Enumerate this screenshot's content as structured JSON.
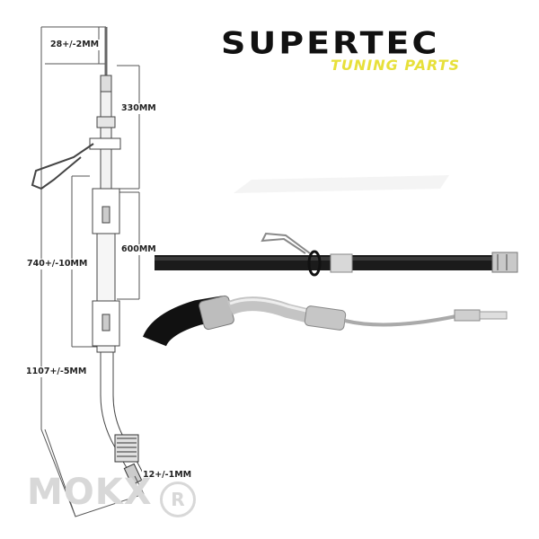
{
  "logo": {
    "name": "SUPERTEC",
    "tagline": "TUNING PARTS",
    "name_color": "#111111",
    "tagline_color": "#e7e03a"
  },
  "dimensions": {
    "top_tip": "28+/-2MM",
    "upper_section": "330MM",
    "middle_section": "600MM",
    "sheath_length": "740+/-10MM",
    "total_length": "1107+/-5MM",
    "bottom_end": "12+/-1MM"
  },
  "watermark": {
    "brand": "MOKX",
    "registered": "R"
  }
}
